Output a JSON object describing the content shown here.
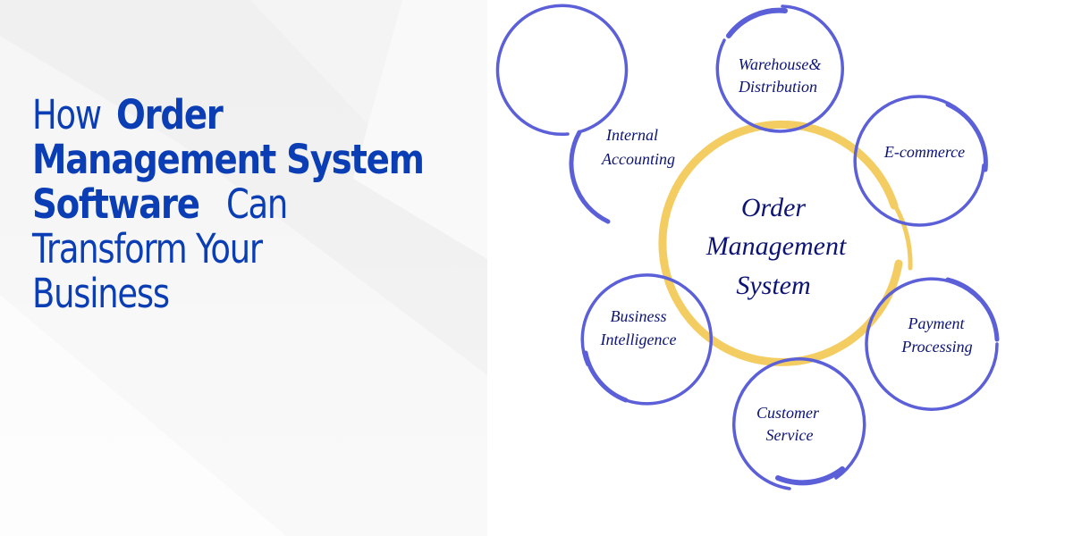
{
  "headline": {
    "line1_light": "How ",
    "line1_bold": "Order",
    "line2_bold": "Management System",
    "line3_bold": "Software",
    "line3_light": " Can",
    "line4_light": "Transform Your",
    "line5_light": "Business"
  },
  "diagram": {
    "center": {
      "line1": "Order",
      "line2": "Management",
      "line3": "System"
    },
    "nodes": [
      {
        "id": "warehouse",
        "line1": "Warehouse&",
        "line2": "Distribution"
      },
      {
        "id": "ecommerce",
        "line1": "E-commerce",
        "line2": ""
      },
      {
        "id": "payment",
        "line1": "Payment",
        "line2": "Processing"
      },
      {
        "id": "customer",
        "line1": "Customer",
        "line2": "Service"
      },
      {
        "id": "business-intelligence",
        "line1": "Business",
        "line2": "Intelligence"
      },
      {
        "id": "internal-accounting",
        "line1": "Internal",
        "line2": "Accounting"
      }
    ]
  },
  "colors": {
    "headline": "#0b3eb5",
    "node_ring": "#5b5fd8",
    "center_ring": "#f3cd62",
    "label_text": "#0d1474"
  }
}
